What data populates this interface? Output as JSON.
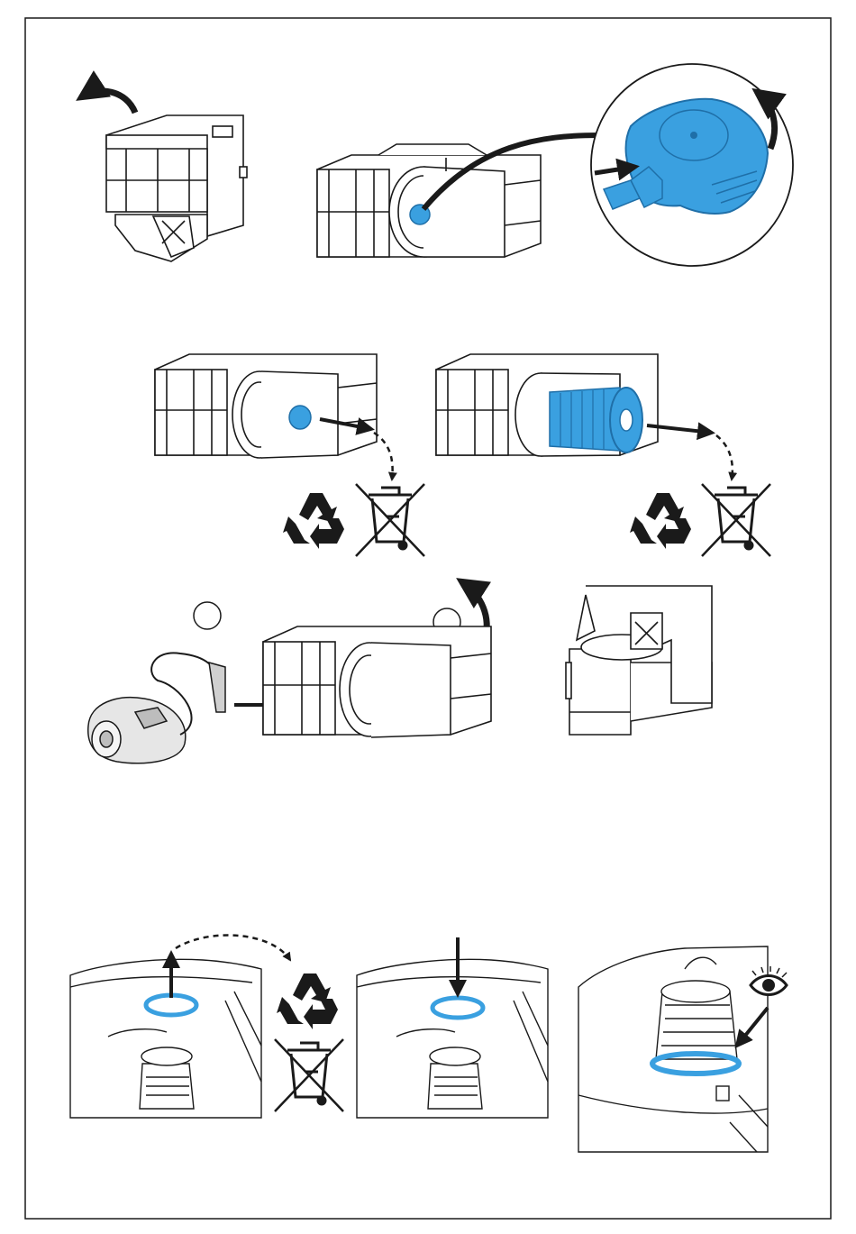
{
  "document": {
    "type": "instruction-illustration",
    "text_visible": false
  },
  "steps": [
    {
      "id": "open-cover",
      "icons": [
        "curved-arrow-icon"
      ]
    },
    {
      "id": "unlock-filter-cap",
      "icons": [
        "magnifier-circle",
        "rotate-arrow-icon",
        "push-arrow-icon"
      ]
    },
    {
      "id": "remove-cap-dispose",
      "icons": [
        "pull-arrow-icon",
        "dashed-arrow-icon",
        "recycle-icon",
        "crossed-bin-icon"
      ]
    },
    {
      "id": "remove-filter-dispose",
      "icons": [
        "pull-arrow-icon",
        "dashed-arrow-icon",
        "recycle-icon",
        "crossed-bin-icon"
      ]
    },
    {
      "id": "vacuum-chamber",
      "icons": [
        "vacuum-cleaner-icon",
        "insert-arrow-icon",
        "curved-arrow-icon",
        "step-circle-icon"
      ]
    },
    {
      "id": "unit-open-view",
      "icons": []
    },
    {
      "id": "remove-seal-ring",
      "icons": [
        "up-arrow-icon",
        "dashed-arrow-icon",
        "recycle-icon",
        "crossed-bin-icon"
      ]
    },
    {
      "id": "insert-new-seal",
      "icons": [
        "down-arrow-icon"
      ]
    },
    {
      "id": "inspect-seal",
      "icons": [
        "eye-icon",
        "diagonal-arrow-icon"
      ]
    }
  ],
  "colors": {
    "highlight": "#3aa0e0",
    "highlight_dark": "#1f6fa8",
    "line": "#1a1a1a",
    "shade": "#d9d9d9",
    "page": "#ffffff"
  }
}
